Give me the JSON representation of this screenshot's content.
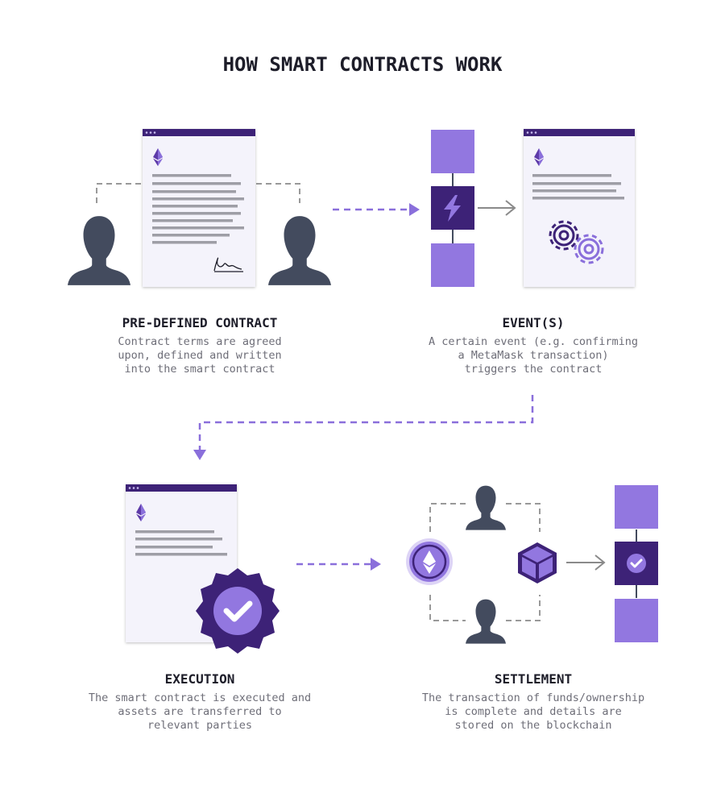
{
  "title": "HOW SMART CONTRACTS WORK",
  "colors": {
    "purple": "#9277e0",
    "dark_purple": "#3d2277",
    "person": "#434b5e",
    "dash_purple": "#8a6fdb",
    "dash_gray": "#999999"
  },
  "steps": [
    {
      "heading": "PRE-DEFINED CONTRACT",
      "lines": [
        "Contract terms are agreed",
        "upon, defined and written",
        "into the smart contract"
      ],
      "icons": [
        "person-icon",
        "contract-document-icon",
        "ethereum-icon",
        "signature-icon"
      ]
    },
    {
      "heading": "EVENT(S)",
      "lines": [
        "A certain event (e.g. confirming",
        "a MetaMask transaction)",
        "triggers the contract"
      ],
      "icons": [
        "blockchain-icon",
        "lightning-icon",
        "gears-icon"
      ]
    },
    {
      "heading": "EXECUTION",
      "lines": [
        "The smart contract is executed and",
        "assets are transferred to",
        "relevant parties"
      ],
      "icons": [
        "contract-document-icon",
        "verified-badge-icon"
      ]
    },
    {
      "heading": "SETTLEMENT",
      "lines": [
        "The transaction of funds/ownership",
        "is complete and details are",
        "stored on the blockchain"
      ],
      "icons": [
        "ethereum-coin-icon",
        "cube-icon",
        "person-icon",
        "blockchain-check-icon"
      ]
    }
  ]
}
